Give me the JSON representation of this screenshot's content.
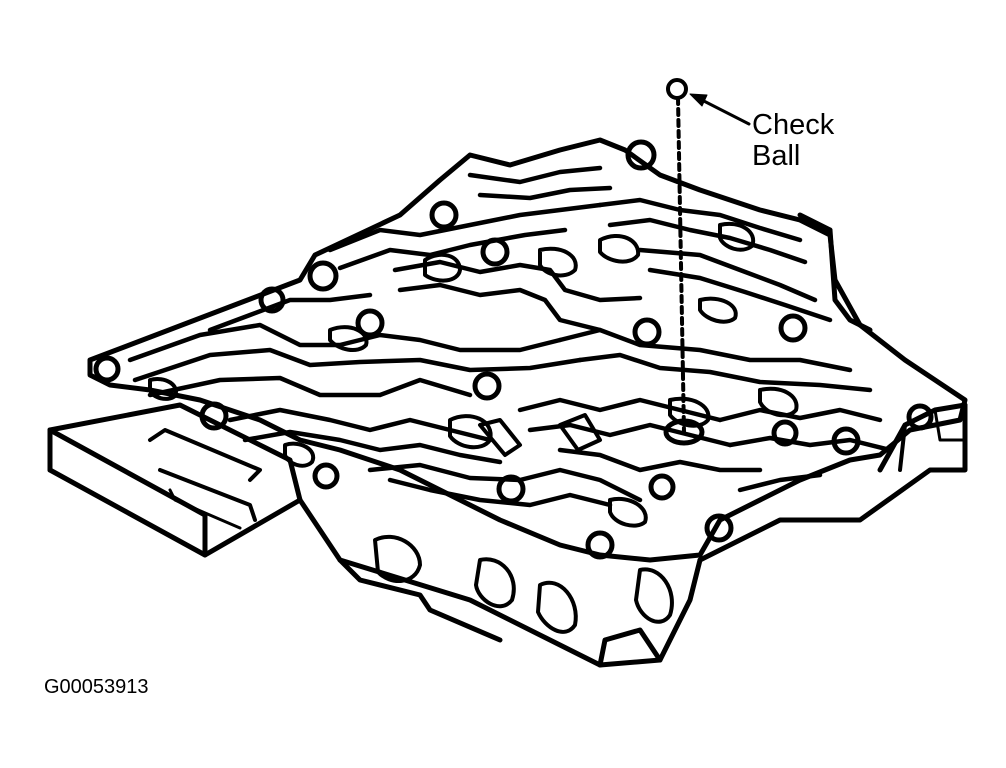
{
  "callout": {
    "line1": "Check",
    "line2": "Ball"
  },
  "figure_id": "G00053913",
  "colors": {
    "ink": "#000000",
    "paper": "#ffffff"
  }
}
